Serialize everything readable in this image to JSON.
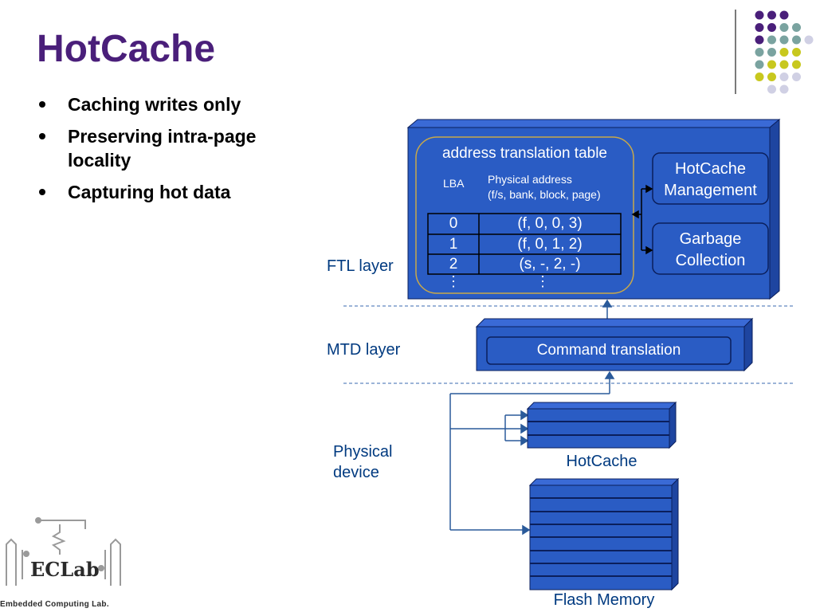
{
  "slide": {
    "title": "HotCache",
    "bullets": [
      "Caching writes only",
      "Preserving intra-page locality",
      "Capturing hot data"
    ]
  },
  "diagram": {
    "ftl_box_title": "address translation table",
    "lba_header": "LBA",
    "phys_header_line1": "Physical address",
    "phys_header_line2": "(f/s, bank, block, page)",
    "rows": [
      {
        "lba": "0",
        "addr": "(f, 0, 0, 3)"
      },
      {
        "lba": "1",
        "addr": "(f, 0, 1, 2)"
      },
      {
        "lba": "2",
        "addr": "(s, -, 2, -)"
      }
    ],
    "ellipsis": "⋮",
    "hotcache_mgmt_line1": "HotCache",
    "hotcache_mgmt_line2": "Management",
    "gc_line1": "Garbage",
    "gc_line2": "Collection",
    "ftl_label": "FTL layer",
    "mtd_label": "MTD layer",
    "command_translation": "Command translation",
    "physical_label_line1": "Physical",
    "physical_label_line2": "device",
    "hotcache_label": "HotCache",
    "flash_label": "Flash Memory",
    "colors": {
      "box_fill": "#2a5cc4",
      "box_side": "#1e45a0",
      "box_top": "#3a6ad6",
      "outline": "#0b1f5c",
      "accent_line": "#c8a84a",
      "label_text": "#003a80",
      "title": "#4a1f7a"
    }
  },
  "logo": {
    "name": "ECLab",
    "subtitle": "Embedded Computing Lab."
  }
}
